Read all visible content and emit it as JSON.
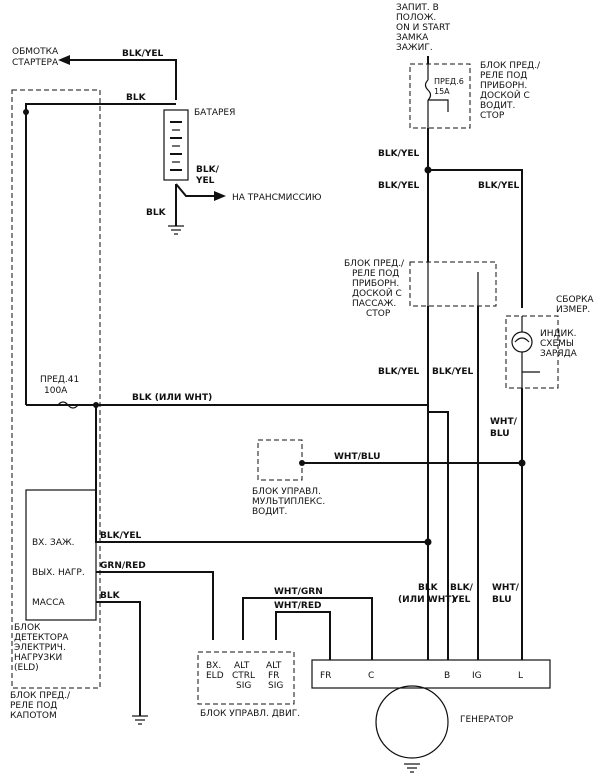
{
  "labels": {
    "starter_winding": [
      "ОБМОТКА",
      "СТАРТЕРА"
    ],
    "battery": "БАТАРЕЯ",
    "to_transmission": "НА ТРАНСМИССИЮ",
    "ignition_supply": [
      "ЗАПИТ. В",
      "ПОЛОЖ.",
      "ON И START",
      "ЗАМКА",
      "ЗАЖИГ."
    ],
    "driver_fuse_block": [
      "БЛОК ПРЕД./",
      "РЕЛЕ ПОД",
      "ПРИБОРН.",
      "ДОСКОЙ С",
      "ВОДИТ.",
      "СТОР"
    ],
    "fuse6": [
      "ПРЕД.6",
      "15A"
    ],
    "pass_fuse_block": [
      "БЛОК ПРЕД./",
      "РЕЛЕ ПОД",
      "ПРИБОРН.",
      "ДОСКОЙ С",
      "ПАССАЖ.",
      "СТОР"
    ],
    "gauge_assembly": [
      "СБОРКА",
      "ИЗМЕР."
    ],
    "charge_indicator": [
      "ИНДИК.",
      "СХЕМЫ",
      "ЗАРЯДА"
    ],
    "fuse41": [
      "ПРЕД.41",
      "100A"
    ],
    "mux_unit": [
      "БЛОК УПРАВЛ.",
      "МУЛЬТИПЛЕКС.",
      "ВОДИТ."
    ],
    "eld_pins": [
      "ВХ. ЗАЖ.",
      "ВЫХ. НАГР.",
      "МАССА"
    ],
    "eld_unit": [
      "БЛОК",
      "ДЕТЕКТОРА",
      "ЭЛЕКТРИЧ.",
      "НАГРУЗКИ",
      "(ELD)"
    ],
    "hood_fuse_block": [
      "БЛОК ПРЕД./",
      "РЕЛЕ ПОД",
      "КАПОТОМ"
    ],
    "ecm_pins": [
      [
        "ВХ.",
        "ELD"
      ],
      [
        "ALT",
        "CTRL",
        "SIG"
      ],
      [
        "ALT",
        "FR",
        "SIG"
      ]
    ],
    "ecm_unit": "БЛОК УПРАВЛ. ДВИГ.",
    "alt_pins": [
      "FR",
      "C",
      "B",
      "IG",
      "L"
    ],
    "generator": "ГЕНЕРАТОР"
  },
  "wires": {
    "blk_yel": "BLK/YEL",
    "blk": "BLK",
    "blk_or_wht": "BLK (ИЛИ WHT)",
    "blk_or_wht_2": [
      "BLK",
      "(ИЛИ WHT)"
    ],
    "blk_yel_split": [
      "BLK/",
      "YEL"
    ],
    "wht_blu": "WHT/BLU",
    "wht_blu_split": [
      "WHT/",
      "BLU"
    ],
    "grn_red": "GRN/RED",
    "wht_grn": "WHT/GRN",
    "wht_red": "WHT/RED"
  }
}
